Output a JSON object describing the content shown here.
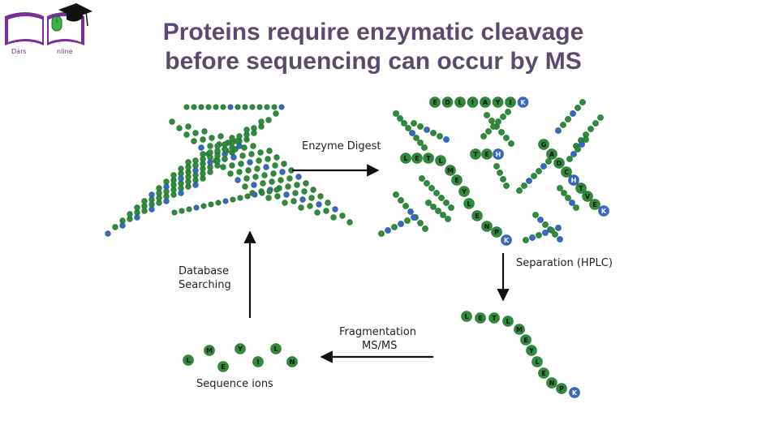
{
  "title": {
    "line1": "Proteins require enzymatic cleavage",
    "line2": "before sequencing can occur by MS"
  },
  "logo": {
    "text_left": "Dars",
    "text_right": "nline",
    "icon": "book-graduation-cap-icon",
    "color": "#7b2d9a"
  },
  "labels": {
    "enzyme_digest": "Enzyme Digest",
    "separation": "Separation (HPLC)",
    "fragmentation_line1": "Fragmentation",
    "fragmentation_line2": "MS/MS",
    "database_line1": "Database",
    "database_line2": "Searching",
    "sequence_ions": "Sequence ions"
  },
  "colors": {
    "bead_green": "#2e8b3c",
    "bead_green_dark": "#1f6b2c",
    "bead_blue": "#3a63d8",
    "arrow": "#111111"
  },
  "peptides": {
    "top": [
      "E",
      "D",
      "L",
      "I",
      "A",
      "Y",
      "I",
      "K"
    ],
    "te": [
      "T",
      "E",
      "H"
    ],
    "right": [
      "G",
      "A",
      "D",
      "C",
      "H",
      "T",
      "V",
      "E",
      "K"
    ],
    "middle": [
      "L",
      "E",
      "T",
      "L",
      "M",
      "E",
      "Y",
      "L",
      "E",
      "N",
      "P",
      "K"
    ],
    "separated": [
      "L",
      "E",
      "T",
      "L",
      "M",
      "E",
      "Y",
      "L",
      "E",
      "N",
      "P",
      "K"
    ]
  },
  "sequence_ions": [
    "L",
    "M",
    "E",
    "Y",
    "I",
    "L",
    "N"
  ]
}
